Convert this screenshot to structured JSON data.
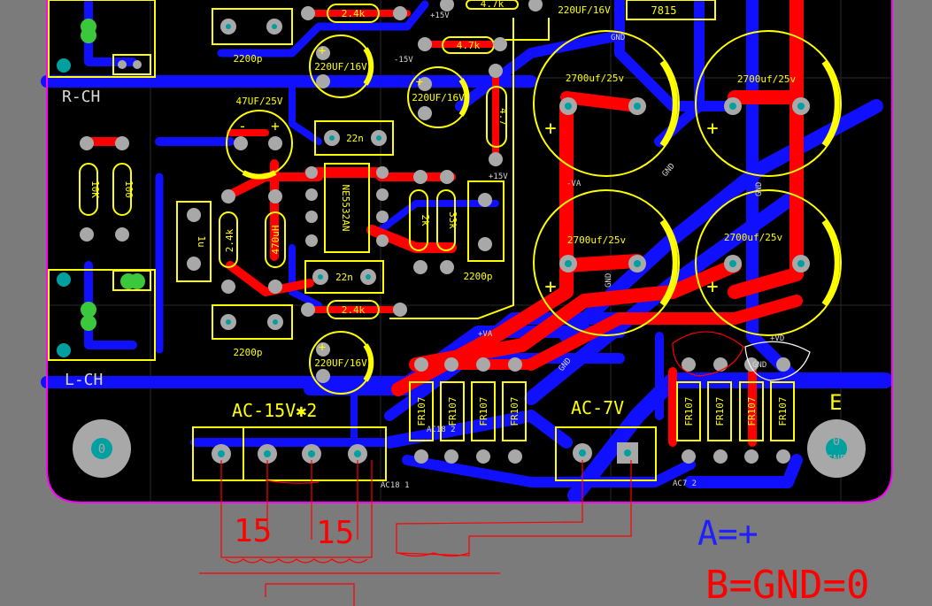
{
  "labels": {
    "r_ch": "R-CH",
    "l_ch": "L-CH",
    "ac15": "AC-15V✱2",
    "ac7": "AC-7V",
    "e": "E",
    "mounting_hole_left": "0",
    "mounting_hole_right": "0",
    "mounting_hole_gnd": "GND",
    "gnd": "GND",
    "va_plus": "+VA",
    "va_minus": "-VA",
    "vd_plus": "+VD",
    "plus15": "+15V",
    "minus15": "-15V",
    "ac18_1": "AC18 1",
    "ac18_2": "AC18 2",
    "ac7_2": "AC7 2",
    "pin_minus": "-",
    "pin_plus": "+"
  },
  "components": {
    "c_2200p_top": "2200p",
    "c_2200p_mid": "2200p",
    "c_2200p_right": "2200p",
    "c_22n_top": "22n",
    "c_22n_bottom": "22n",
    "r_24k_top": "2.4k",
    "r_24k_mid": "2.4k",
    "r_24k_bottom": "2.4k",
    "r_47k_top": "4.7k",
    "r_47k_mid": "4.7k",
    "r_47_v": "4.7",
    "r_10k": "10K",
    "r_100": "100",
    "c_1u": "1u",
    "r_470uh": "470uH",
    "r_2k": "2k",
    "r_33k": "33k",
    "ic_ne5532": "NE5532AN",
    "reg_7815": "7815",
    "e_220uf_top": "220UF/16V",
    "e_220uf_a": "220UF/16V",
    "e_220uf_b": "220UF/16V",
    "e_220uf_c": "220UF/16V",
    "e_47uf": "47UF/25V",
    "e_2700_1": "2700uf/25v",
    "e_2700_2": "2700uf/25v",
    "e_2700_3": "2700uf/25v",
    "e_2700_4": "2700uf/25v",
    "fr107_1": "FR107",
    "fr107_2": "FR107",
    "fr107_3": "FR107",
    "fr107_4": "FR107",
    "fr107_5": "FR107",
    "fr107_6": "FR107",
    "fr107_7": "FR107",
    "fr107_8": "FR107"
  },
  "annotations": {
    "hw_15a": "15",
    "hw_15b": "15",
    "hw_legend_a": "A=+",
    "hw_legend_b": "B=GND=0"
  },
  "colors": {
    "board": "#000000",
    "background": "#7b7b7b",
    "top_copper": "#ff0000",
    "bottom_copper": "#1010ff",
    "silkscreen": "#ffff00",
    "pad": "#a8a8a8",
    "via_center": "#00a0a0",
    "outline": "#ff00ff",
    "annotation_red": "#ff0000",
    "annotation_blue": "#2020ff"
  }
}
